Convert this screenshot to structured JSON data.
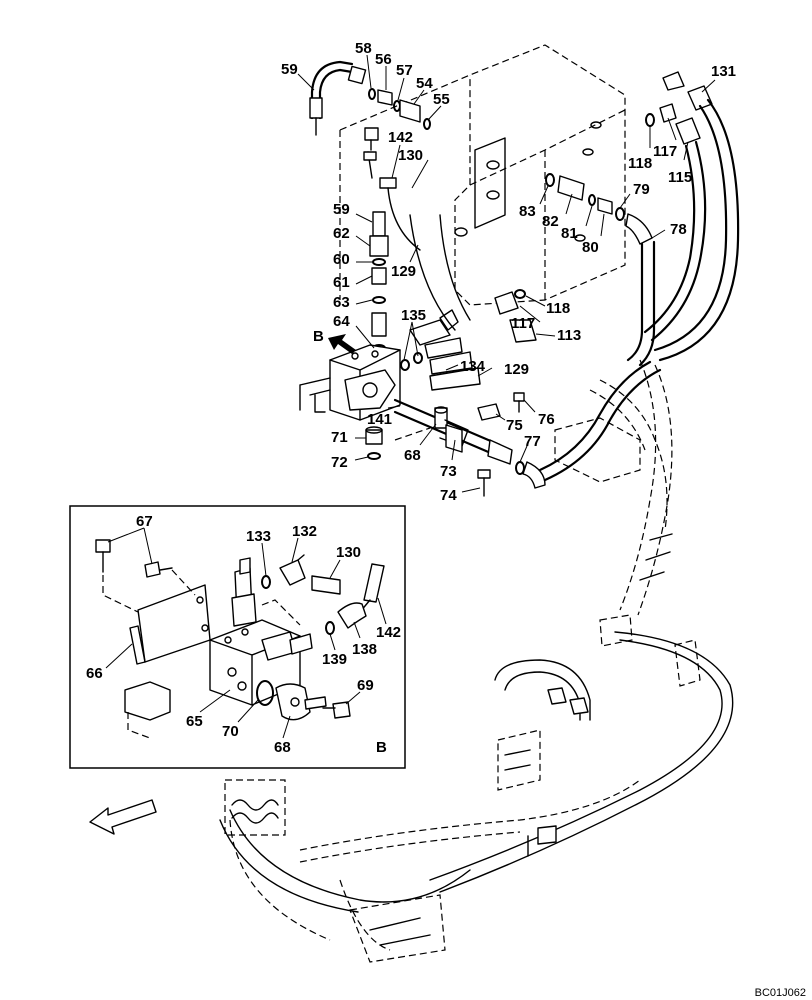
{
  "drawing_code": "BC01J062",
  "detail_tag": "B",
  "view_tag": "B",
  "callouts": [
    {
      "id": "c59a",
      "text": "59"
    },
    {
      "id": "c58",
      "text": "58"
    },
    {
      "id": "c56",
      "text": "56"
    },
    {
      "id": "c57",
      "text": "57"
    },
    {
      "id": "c54",
      "text": "54"
    },
    {
      "id": "c55",
      "text": "55"
    },
    {
      "id": "c142a",
      "text": "142"
    },
    {
      "id": "c130a",
      "text": "130"
    },
    {
      "id": "c59b",
      "text": "59"
    },
    {
      "id": "c62",
      "text": "62"
    },
    {
      "id": "c60",
      "text": "60"
    },
    {
      "id": "c61",
      "text": "61"
    },
    {
      "id": "c63",
      "text": "63"
    },
    {
      "id": "c64",
      "text": "64"
    },
    {
      "id": "c129a",
      "text": "129"
    },
    {
      "id": "c135",
      "text": "135"
    },
    {
      "id": "c134",
      "text": "134"
    },
    {
      "id": "c129b",
      "text": "129"
    },
    {
      "id": "c141",
      "text": "141"
    },
    {
      "id": "c71",
      "text": "71"
    },
    {
      "id": "c72",
      "text": "72"
    },
    {
      "id": "c68a",
      "text": "68"
    },
    {
      "id": "c73",
      "text": "73"
    },
    {
      "id": "c74",
      "text": "74"
    },
    {
      "id": "c75",
      "text": "75"
    },
    {
      "id": "c76",
      "text": "76"
    },
    {
      "id": "c77",
      "text": "77"
    },
    {
      "id": "c131",
      "text": "131"
    },
    {
      "id": "c118a",
      "text": "118"
    },
    {
      "id": "c117a",
      "text": "117"
    },
    {
      "id": "c115",
      "text": "115"
    },
    {
      "id": "c83",
      "text": "83"
    },
    {
      "id": "c82",
      "text": "82"
    },
    {
      "id": "c81",
      "text": "81"
    },
    {
      "id": "c80",
      "text": "80"
    },
    {
      "id": "c79",
      "text": "79"
    },
    {
      "id": "c78",
      "text": "78"
    },
    {
      "id": "c118b",
      "text": "118"
    },
    {
      "id": "c117b",
      "text": "117"
    },
    {
      "id": "c113",
      "text": "113"
    },
    {
      "id": "c67",
      "text": "67"
    },
    {
      "id": "c133",
      "text": "133"
    },
    {
      "id": "c132",
      "text": "132"
    },
    {
      "id": "c130b",
      "text": "130"
    },
    {
      "id": "c142b",
      "text": "142"
    },
    {
      "id": "c139",
      "text": "139"
    },
    {
      "id": "c138",
      "text": "138"
    },
    {
      "id": "c66",
      "text": "66"
    },
    {
      "id": "c65",
      "text": "65"
    },
    {
      "id": "c70",
      "text": "70"
    },
    {
      "id": "c68b",
      "text": "68"
    },
    {
      "id": "c69",
      "text": "69"
    }
  ]
}
